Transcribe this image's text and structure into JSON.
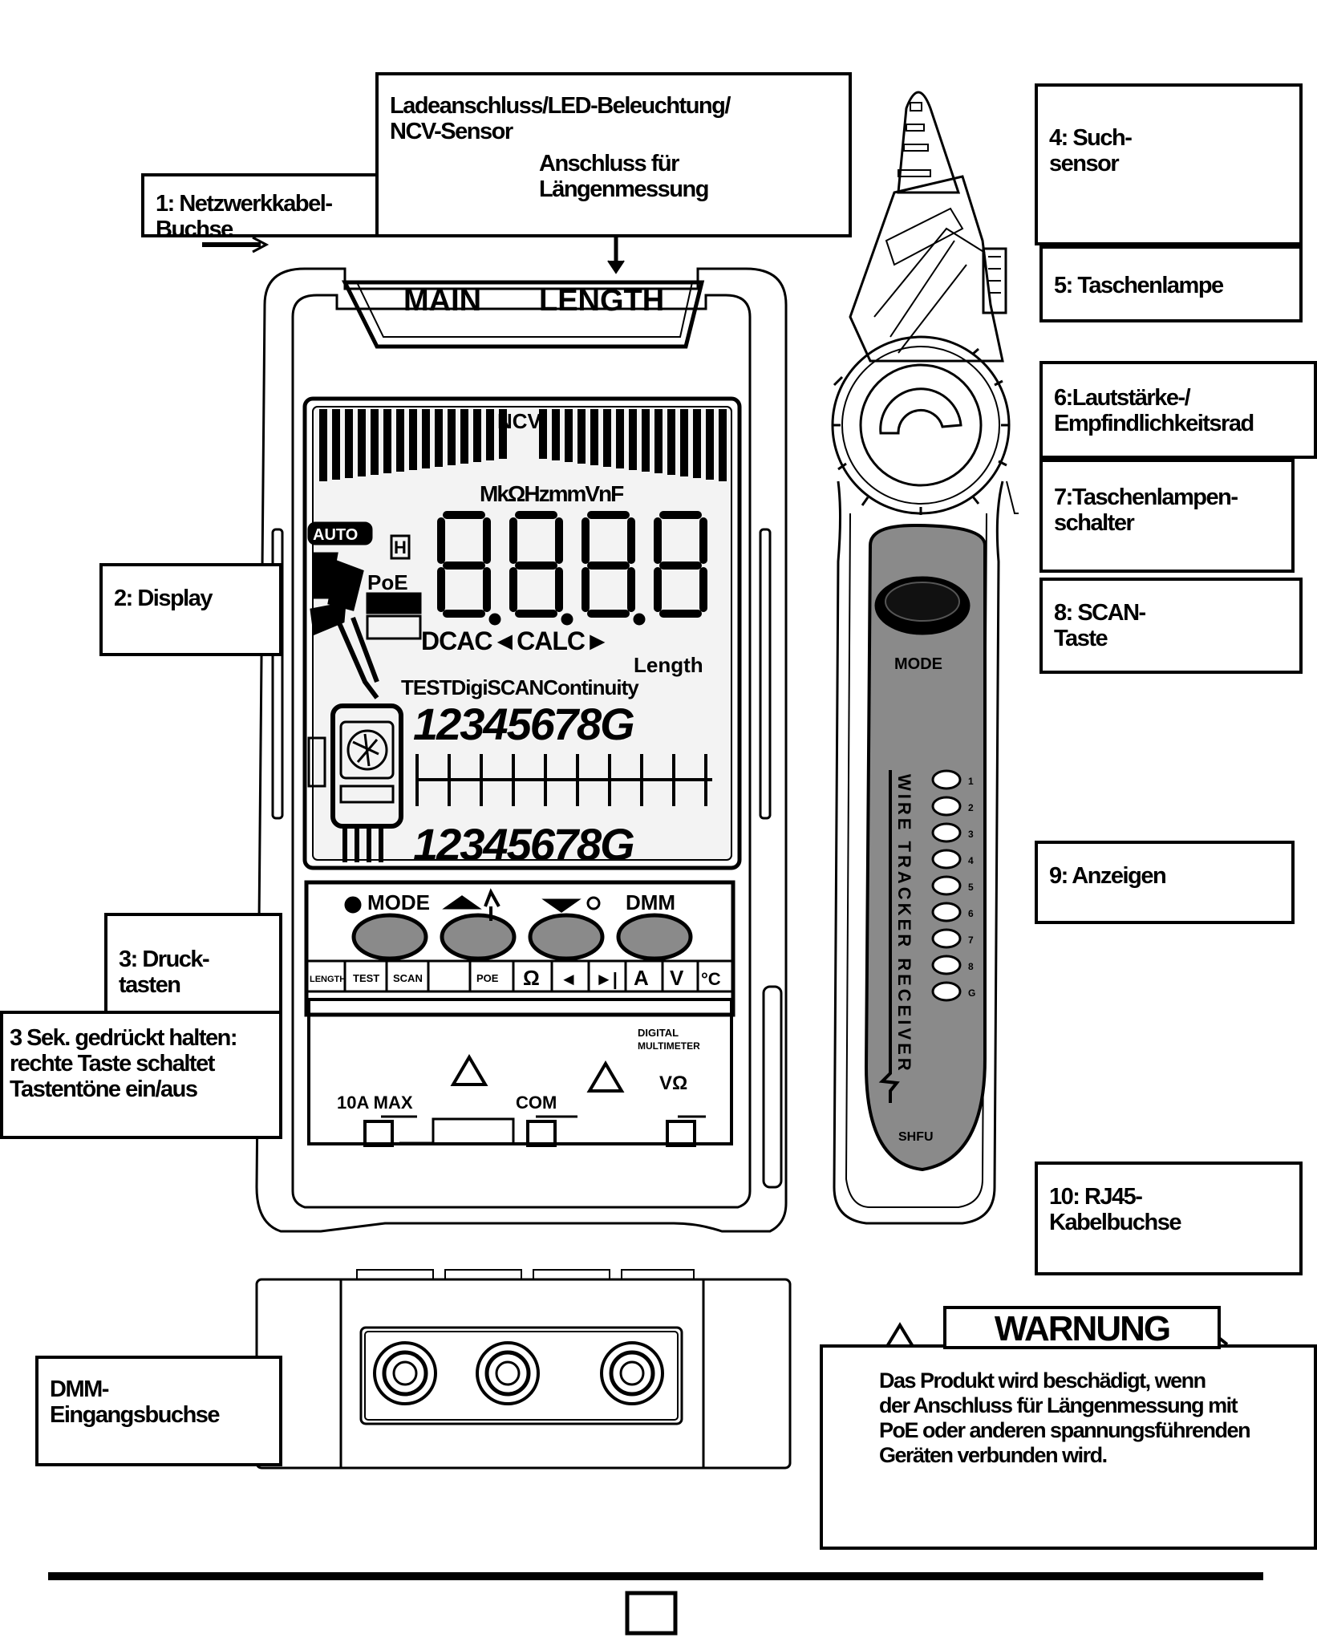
{
  "callouts": {
    "c1": "1: Netzwerkkabel-Buchse",
    "top_line1": "Ladeanschluss/LED-Beleuchtung/",
    "top_line2": "NCV-Sensor",
    "top_line3": "Anschluss für",
    "top_line4": "Längenmessung",
    "c2": "2: Display",
    "c3_line1": "3: Druck-",
    "c3_line2": "tasten",
    "c3b_line1": "3 Sek. gedrückt halten:",
    "c3b_line2": "rechte Taste schaltet",
    "c3b_line3": "Tastentöne ein/aus",
    "c4_line1": "4: Such-",
    "c4_line2": "sensor",
    "c5": "5: Taschenlampe",
    "c6_line1": "6:Lautstärke-/",
    "c6_line2": "Empfindlichkeitsrad",
    "c7_line1": "7:Taschenlampen-",
    "c7_line2": "schalter",
    "c8_line1": "8: SCAN-",
    "c8_line2": "Taste",
    "c9": "9: Anzeigen",
    "c10_line1": "10: RJ45-",
    "c10_line2": "Kabelbuchse",
    "dmm_line1": "DMM-",
    "dmm_line2": "Eingangsbuchse"
  },
  "device": {
    "port_main": "MAIN",
    "port_length": "LENGTH",
    "lcd_ncv": "NCV",
    "lcd_units": "MkΩHzmmVnF",
    "lcd_auto": "AUTO",
    "lcd_h": "H",
    "lcd_poe": "PoE",
    "lcd_digits": "8.8.8.8",
    "lcd_modes": "DCAC◄CALC►",
    "lcd_length": "Length",
    "lcd_row": "TESTDigiSCANContinuity",
    "lcd_wires": "12345678G",
    "btn_mode": "MODE",
    "btn_dmm": "DMM",
    "funcs": [
      "LENGTH",
      "TEST",
      "SCAN",
      "POE",
      "Ω",
      "◄",
      "►|",
      "A",
      "V",
      "°C"
    ],
    "digital_line1": "DIGITAL",
    "digital_line2": "MULTIMETER",
    "jack_10a": "10A MAX",
    "jack_com": "COM",
    "jack_vohm": "VΩ"
  },
  "receiver": {
    "mode_label": "MODE",
    "vertical_text": "WIRE TRACKER RECEIVER",
    "led_numbers": [
      "1",
      "2",
      "3",
      "4",
      "5",
      "6",
      "7",
      "8",
      "G"
    ],
    "bottom_label": "SHFU"
  },
  "warning": {
    "title": "WARNUNG",
    "line1": "Das Produkt wird beschädigt, wenn",
    "line2": "der Anschluss für Längenmessung mit",
    "line3": "PoE oder anderen spannungsführenden",
    "line4": "Geräten verbunden wird."
  }
}
